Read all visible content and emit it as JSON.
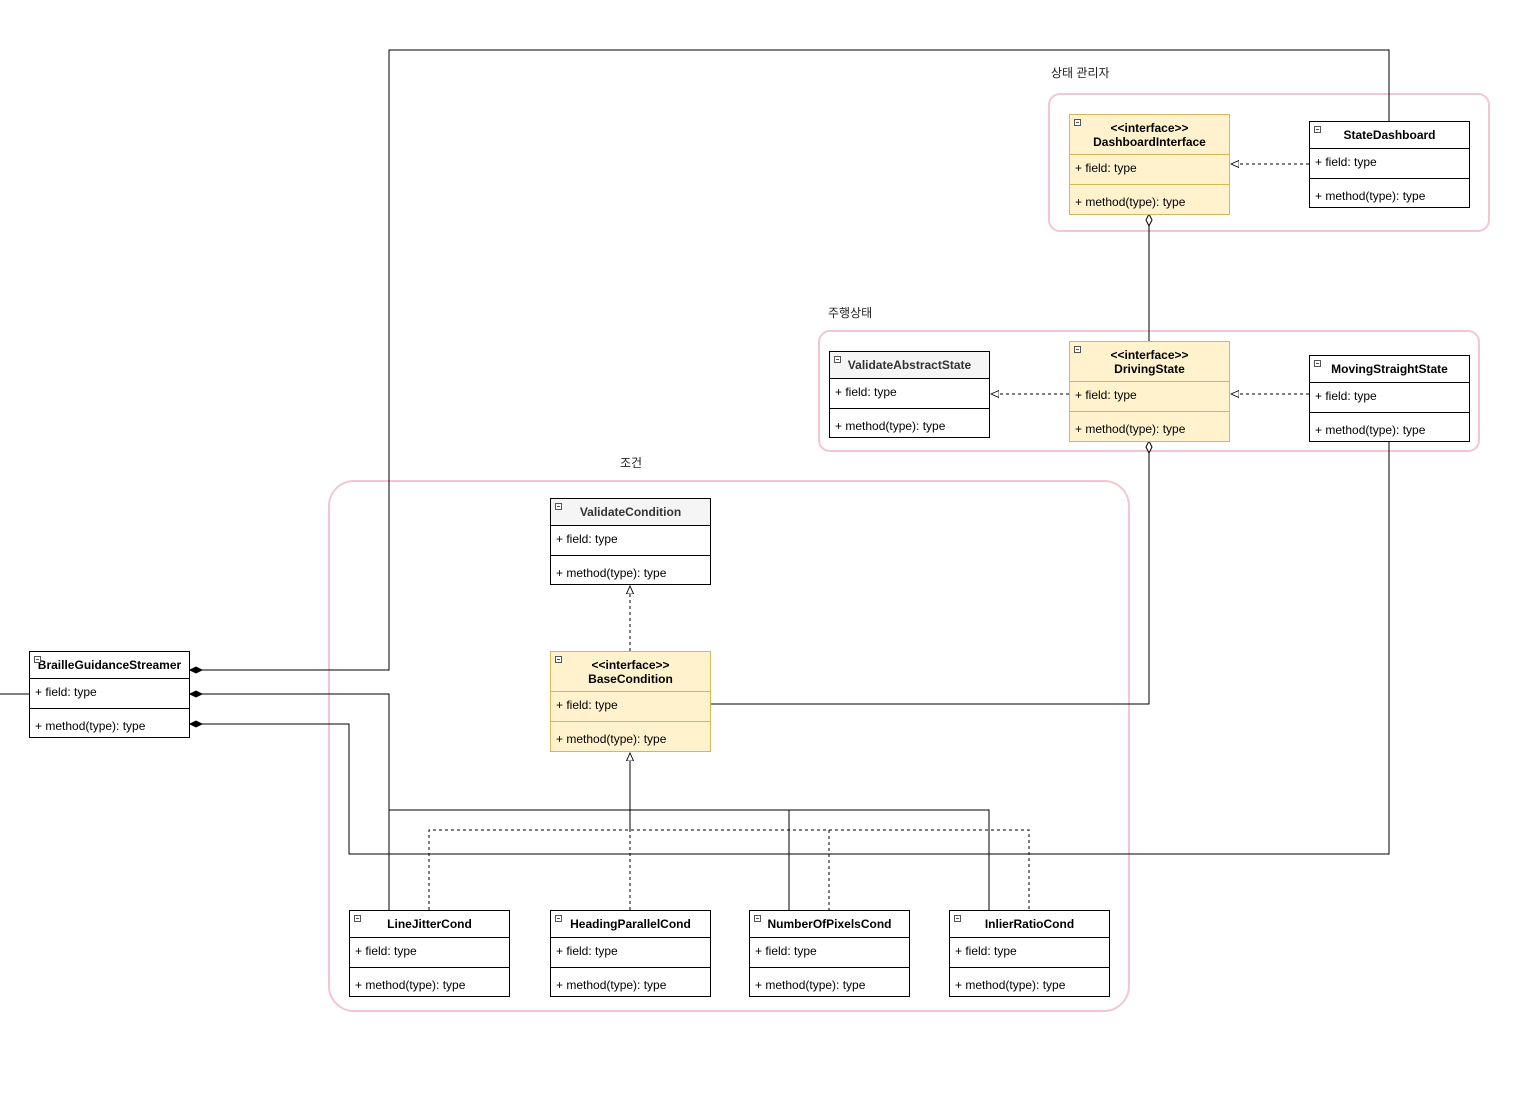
{
  "groups": {
    "state_manager": {
      "label": "상태 관리자"
    },
    "driving_state": {
      "label": "주행상태"
    },
    "condition": {
      "label": "조건"
    }
  },
  "classes": {
    "dashboard_interface": {
      "stereotype": "<<interface>>",
      "name": "DashboardInterface",
      "field": "+ field: type",
      "method": "+ method(type): type"
    },
    "state_dashboard": {
      "name": "StateDashboard",
      "field": "+ field: type",
      "method": "+ method(type): type"
    },
    "validate_abstract_state": {
      "name": "ValidateAbstractState",
      "field": "+ field: type",
      "method": "+ method(type): type"
    },
    "driving_state": {
      "stereotype": "<<interface>>",
      "name": "DrivingState",
      "field": "+ field: type",
      "method": "+ method(type): type"
    },
    "moving_straight_state": {
      "name": "MovingStraightState",
      "field": "+ field: type",
      "method": "+ method(type): type"
    },
    "validate_condition": {
      "name": "ValidateCondition",
      "field": "+ field: type",
      "method": "+ method(type): type"
    },
    "base_condition": {
      "stereotype": "<<interface>>",
      "name": "BaseCondition",
      "field": "+ field: type",
      "method": "+ method(type): type"
    },
    "braille_guidance_streamer": {
      "name": "BrailleGuidanceStreamer",
      "field": "+ field: type",
      "method": "+ method(type): type"
    },
    "line_jitter_cond": {
      "name": "LineJitterCond",
      "field": "+ field: type",
      "method": "+ method(type): type"
    },
    "heading_parallel_cond": {
      "name": "HeadingParallelCond",
      "field": "+ field: type",
      "method": "+ method(type): type"
    },
    "number_of_pixels_cond": {
      "name": "NumberOfPixelsCond",
      "field": "+ field: type",
      "method": "+ method(type): type"
    },
    "inlier_ratio_cond": {
      "name": "InlierRatioCond",
      "field": "+ field: type",
      "method": "+ method(type): type"
    }
  },
  "colors": {
    "group_border": "#f4c6cf",
    "interface_fill": "#fff2cc",
    "interface_border": "#d6b656",
    "abstract_header_fill": "#f5f5f5",
    "line": "#000000"
  }
}
